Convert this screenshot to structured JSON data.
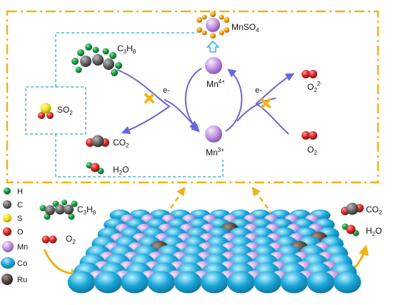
{
  "mechanism": {
    "mnso4_label": "MnSO",
    "mnso4_sub": "4",
    "c3h8_label": "C",
    "c3h8_sub1": "3",
    "c3h8_mid": "H",
    "c3h8_sub2": "8",
    "so2_label": "SO",
    "so2_sub": "2",
    "mn4_label": "Mn",
    "mn4_sup": "4+",
    "mn3_label": "Mn",
    "mn3_sup": "3+",
    "electron_left": "e-",
    "electron_right": "e-",
    "superoxide_label": "O",
    "superoxide_sub": "2",
    "superoxide_sup": "2-",
    "o2_label": "O",
    "o2_sub": "2",
    "co2_label": "CO",
    "co2_sub": "2",
    "h2o_label": "H",
    "h2o_sub": "2",
    "h2o_tail": "O"
  },
  "legend": {
    "items": [
      {
        "symbol": "H",
        "color": "#1a9a45"
      },
      {
        "symbol": "C",
        "color": "#6a6a6a"
      },
      {
        "symbol": "S",
        "color": "#f2e21a"
      },
      {
        "symbol": "O",
        "color": "#d92b2b"
      },
      {
        "symbol": "Mn",
        "color": "#c9a0e8"
      },
      {
        "symbol": "Co",
        "color": "#1aa6d9"
      },
      {
        "symbol": "Ru",
        "color": "#5a4a44"
      }
    ]
  },
  "reactants": {
    "c3h8_label": "C",
    "c3h8_sub1": "3",
    "c3h8_mid": "H",
    "c3h8_sub2": "8",
    "o2_label": "O",
    "o2_sub": "2"
  },
  "products": {
    "co2_label": "CO",
    "co2_sub": "2",
    "h2o_label": "H",
    "h2o_sub": "2",
    "h2o_tail": "O"
  },
  "colors": {
    "frame": "#f0b21a",
    "dashed_cyan": "#2aa7d4",
    "cycle_arrow": "#6b66d6",
    "block_x": "#f4b30f"
  }
}
